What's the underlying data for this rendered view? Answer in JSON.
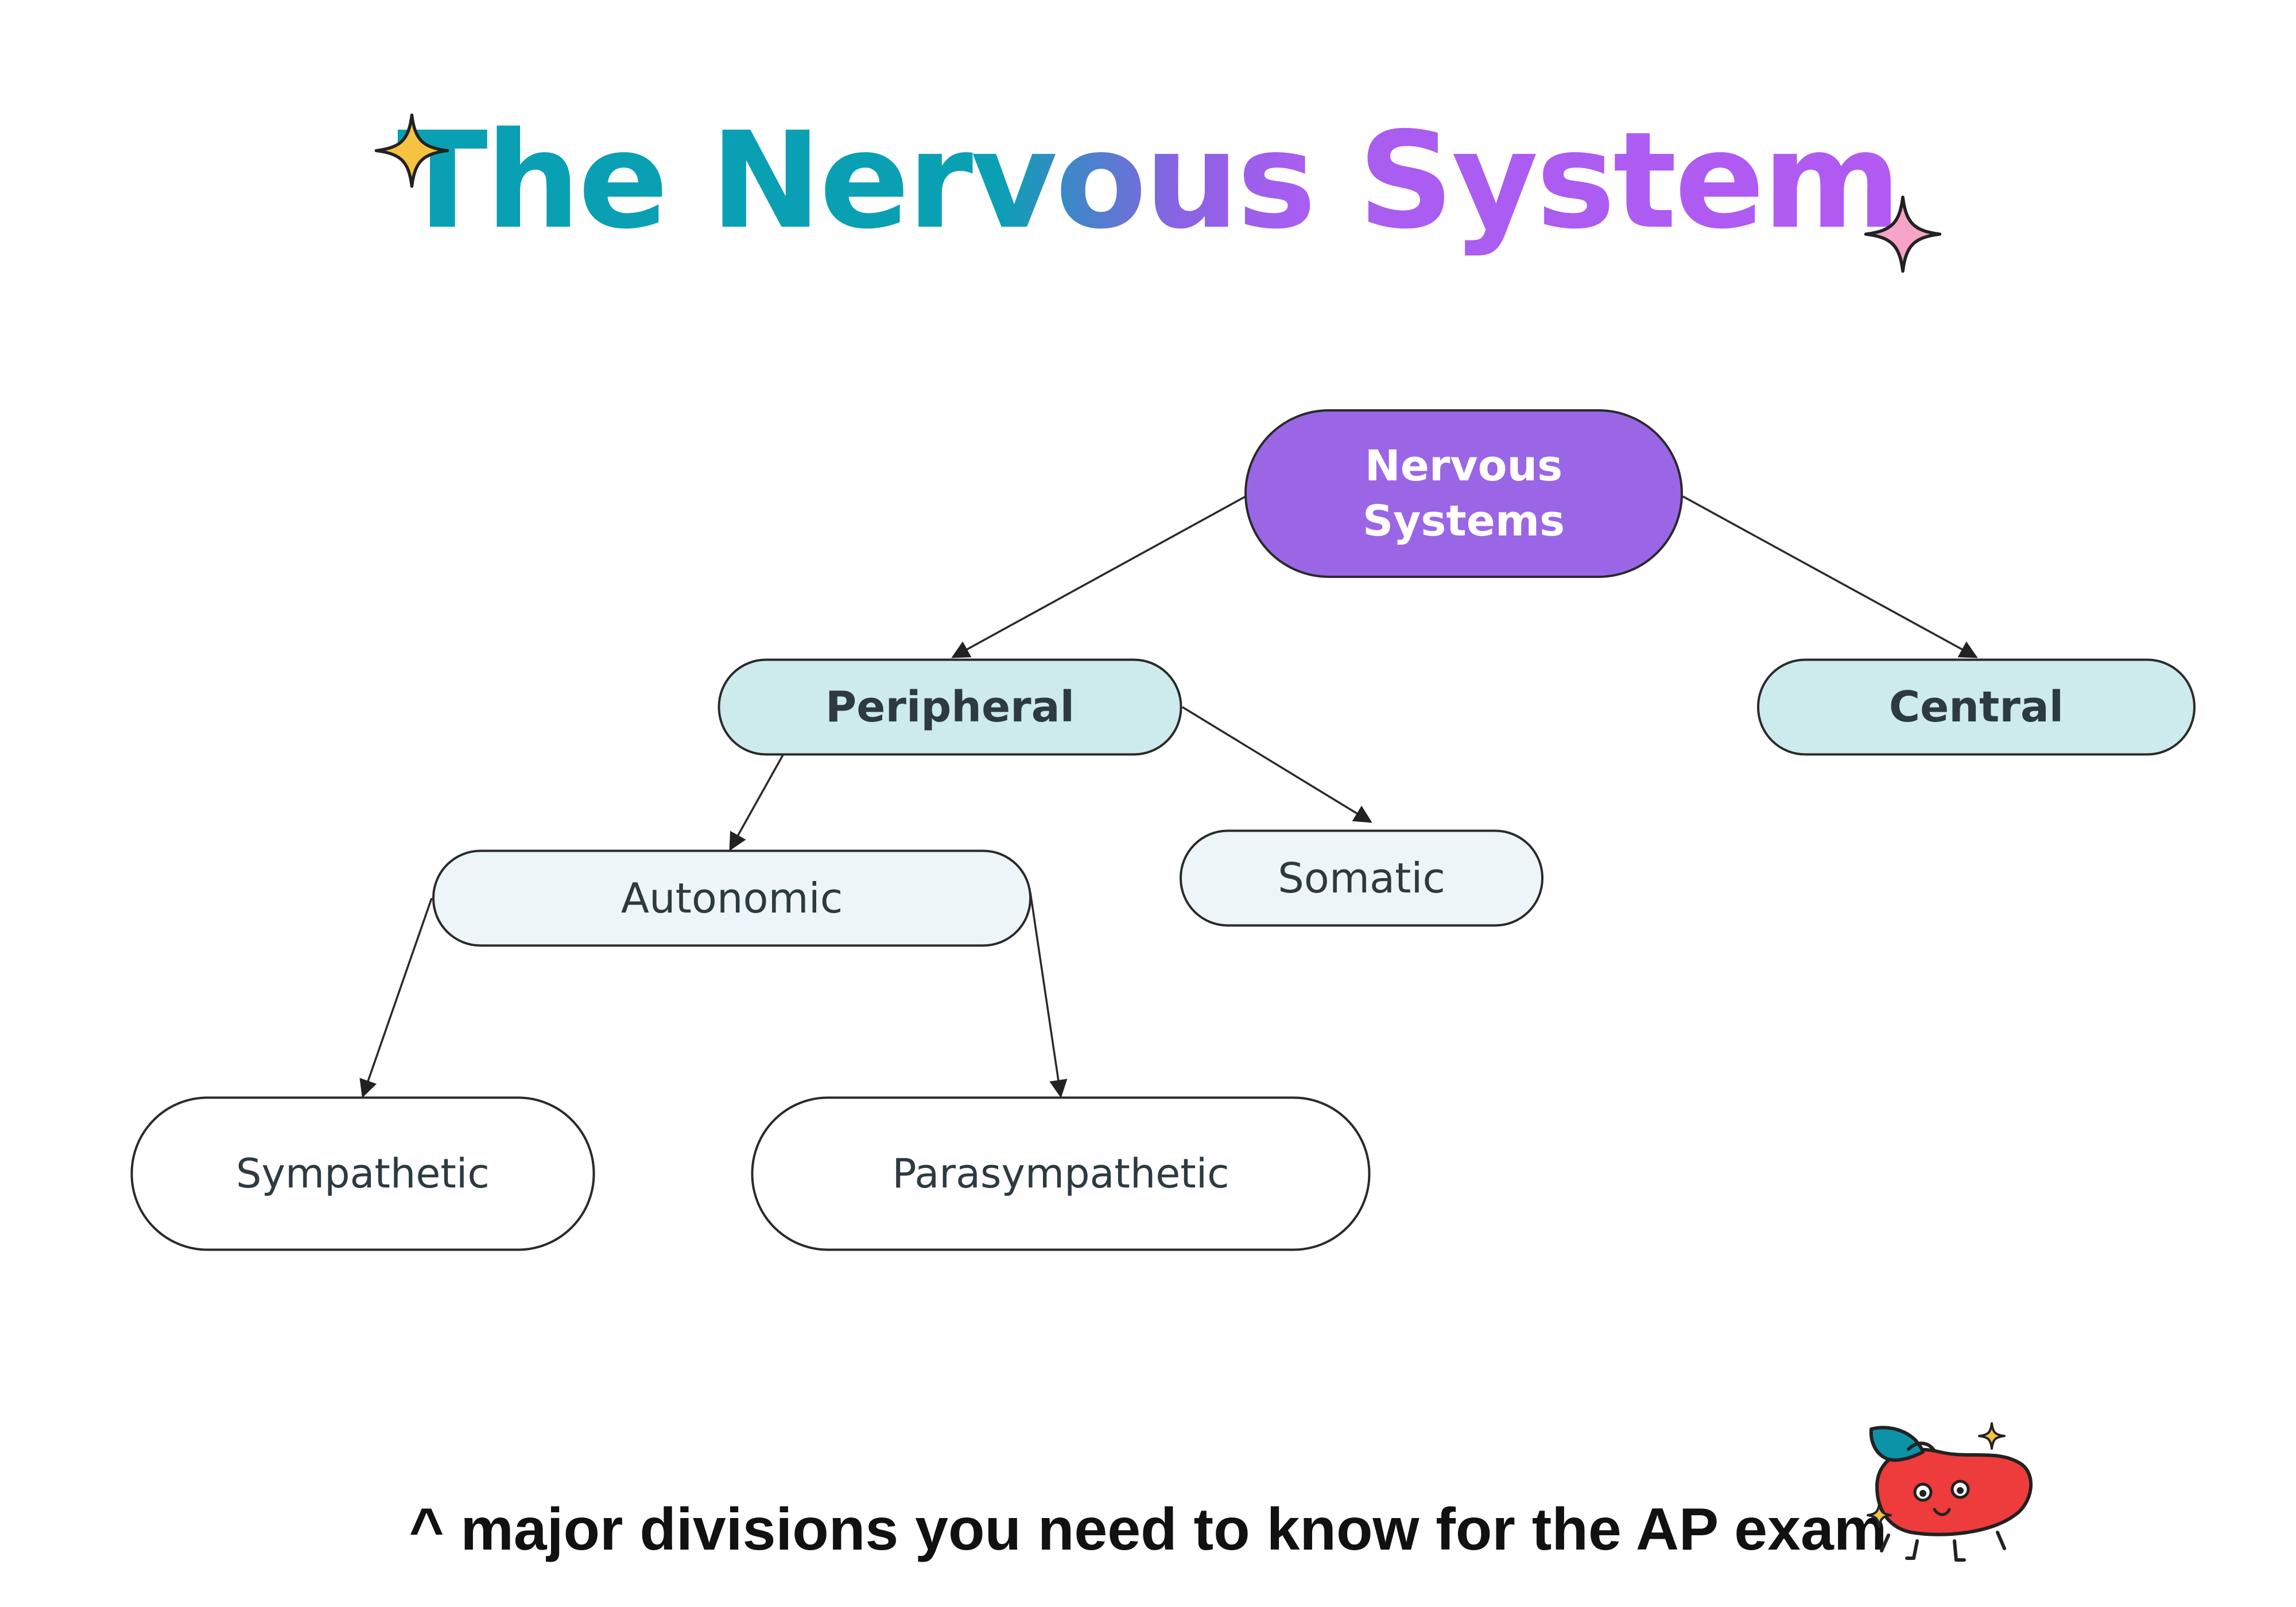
{
  "title": "The Nervous System",
  "decorations": {
    "left_sparkle": "sparkle-icon",
    "right_sparkle": "sparkle-icon",
    "mascot": "pepper-mascot-icon",
    "left_sparkle_color": "#f5c242",
    "right_sparkle_color": "#f5a3c7"
  },
  "colors": {
    "root_fill": "#9a66e6",
    "level1_fill": "#cdeaec",
    "level2_fill": "#eef5f8",
    "leaf_fill": "#ffffff",
    "stroke": "#2a2a2a",
    "root_text": "#ffffff",
    "node_text": "#2d3a40"
  },
  "diagram": {
    "nodes": [
      {
        "id": "root",
        "label_lines": [
          "Nervous",
          "Systems"
        ]
      },
      {
        "id": "peripheral",
        "label_lines": [
          "Peripheral"
        ]
      },
      {
        "id": "central",
        "label_lines": [
          "Central"
        ]
      },
      {
        "id": "autonomic",
        "label_lines": [
          "Autonomic"
        ]
      },
      {
        "id": "somatic",
        "label_lines": [
          "Somatic"
        ]
      },
      {
        "id": "sympathetic",
        "label_lines": [
          "Sympathetic"
        ]
      },
      {
        "id": "parasympathetic",
        "label_lines": [
          "Parasympathetic"
        ]
      }
    ],
    "edges": [
      {
        "from": "root",
        "to": "peripheral"
      },
      {
        "from": "root",
        "to": "central"
      },
      {
        "from": "peripheral",
        "to": "autonomic"
      },
      {
        "from": "peripheral",
        "to": "somatic"
      },
      {
        "from": "autonomic",
        "to": "sympathetic"
      },
      {
        "from": "autonomic",
        "to": "parasympathetic"
      }
    ]
  },
  "footer": {
    "text": "^  major divisions you need to know for the AP exam"
  }
}
